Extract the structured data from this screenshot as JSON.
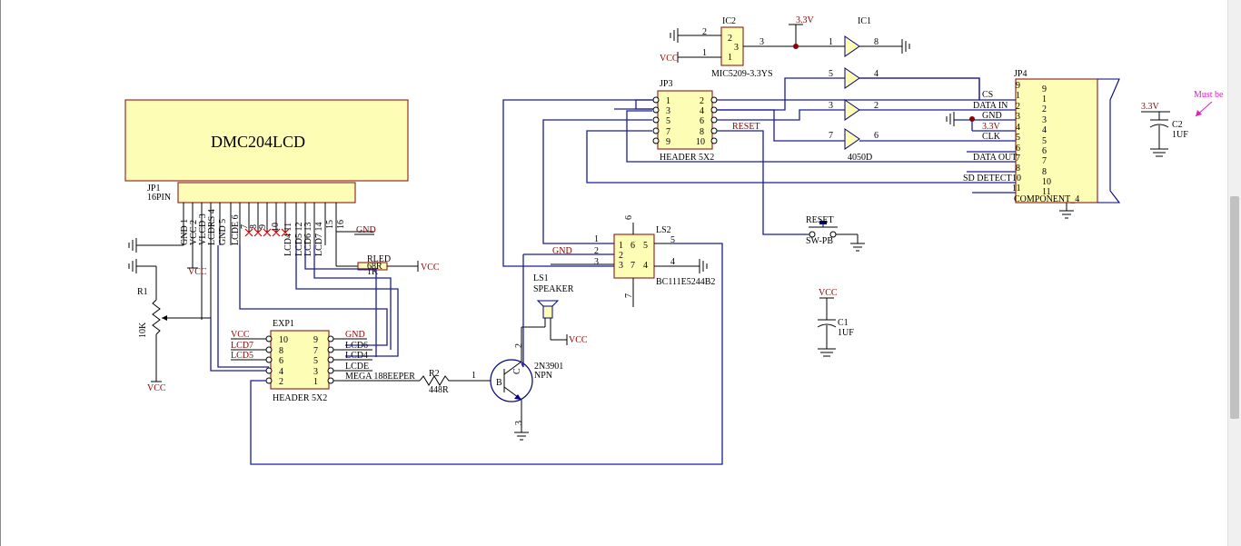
{
  "lcd": {
    "title": "DMC204LCD",
    "ref": "JP1",
    "pins_label": "16PIN",
    "pins": [
      "GND 1",
      "VCC 2",
      "VLCD 3",
      "LCDRS 4",
      "GND 5",
      "LCDE 6",
      "7",
      "8",
      "9",
      "10",
      "LCD4 11",
      "LCD5 12",
      "LCD6 13",
      "LCD7 14",
      "15",
      "16"
    ],
    "gnd16": "GND"
  },
  "r1": {
    "ref": "R1",
    "value": "10K",
    "vcc": "VCC"
  },
  "vcc_jp1": "VCC",
  "rled": {
    "ref": "RLED",
    "value": "68R",
    "value2": "1K",
    "vcc": "VCC"
  },
  "exp1": {
    "ref": "EXP1",
    "name": "HEADER 5X2",
    "left_nets": [
      "VCC",
      "LCD7",
      "LCD5"
    ],
    "right_nets": [
      "GND",
      "LCD6",
      "LCD4",
      "LCDE",
      "MEGA 188EEPER"
    ],
    "pins_left": [
      "10",
      "8",
      "6",
      "4",
      "2"
    ],
    "pins_right": [
      "9",
      "7",
      "5",
      "3",
      "1"
    ]
  },
  "r2": {
    "ref": "R2",
    "value": "448R",
    "pin": "1"
  },
  "q": {
    "name": "2N3901",
    "type": "NPN",
    "b": "B",
    "c": "C",
    "pin2": "2",
    "pin3": "3"
  },
  "ls1": {
    "ref": "LS1",
    "name": "SPEAKER",
    "vcc": "VCC"
  },
  "ls2": {
    "ref": "LS2",
    "name": "BC111E5244B2",
    "gnd": "GND",
    "pins": [
      "1",
      "2",
      "3",
      "4",
      "5",
      "6",
      "7"
    ],
    "inner": [
      "1",
      "2",
      "3",
      "5",
      "4",
      "6",
      "7"
    ]
  },
  "ic2": {
    "ref": "IC2",
    "name": "MIC5209-3.3YS",
    "pins": [
      "2",
      "3",
      "1"
    ],
    "net33": "3.3V",
    "vcc": "VCC"
  },
  "ic1": {
    "ref": "IC1",
    "name": "4050D",
    "pins": [
      [
        "1",
        "8"
      ],
      [
        "5",
        "4"
      ],
      [
        "3",
        "2"
      ],
      [
        "7",
        "6"
      ]
    ]
  },
  "jp3": {
    "ref": "JP3",
    "name": "HEADER 5X2",
    "pl": [
      "1",
      "3",
      "5",
      "7",
      "9"
    ],
    "pr": [
      "2",
      "4",
      "6",
      "8",
      "10"
    ],
    "reset": "RESET"
  },
  "jp4": {
    "ref": "JP4",
    "name": "COMPONENT_4",
    "nets": [
      "CS",
      "DATA IN",
      "GND",
      "3.3V",
      "CLK",
      "DATA OUT",
      "SD DETECT"
    ],
    "pins_outer": [
      "9",
      "1",
      "2",
      "3",
      "4",
      "5",
      "6",
      "7",
      "8",
      "10",
      "11"
    ],
    "pins_inner": [
      "9",
      "1",
      "2",
      "3",
      "4",
      "5",
      "6",
      "7",
      "8",
      "10",
      "11"
    ]
  },
  "sw": {
    "name": "RESET",
    "type": "SW-PB"
  },
  "c1": {
    "ref": "C1",
    "value": "1UF",
    "vcc": "VCC"
  },
  "c2": {
    "ref": "C2",
    "value": "1UF",
    "net": "3.3V"
  },
  "note": "Must be"
}
